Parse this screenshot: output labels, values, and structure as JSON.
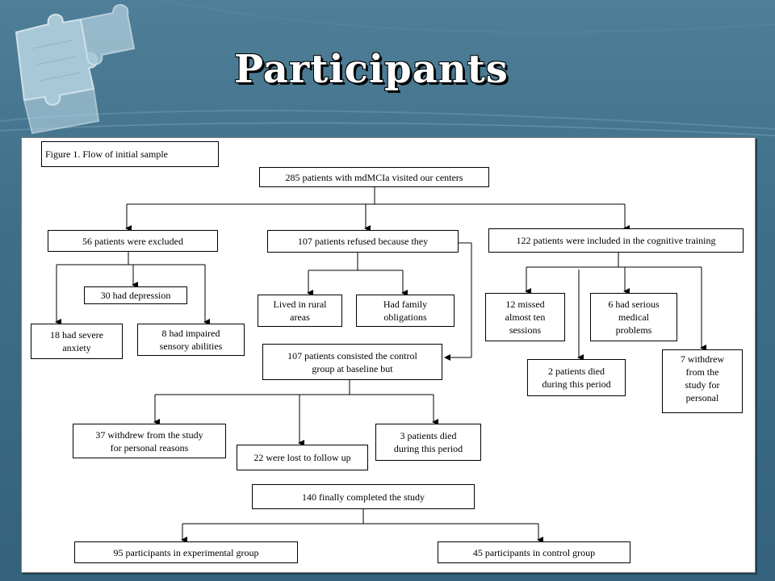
{
  "slide": {
    "title": "Participants"
  },
  "figure": {
    "caption": "Figure 1. Flow of initial sample",
    "boxes": {
      "visited": "285 patients with mdMCIa visited our centers",
      "excluded": "56 patients were excluded",
      "refused": "107 patients refused because they",
      "included": "122 patients were included in the cognitive training",
      "depression": "30 had depression",
      "anxiety": "18 had severe\nanxiety",
      "sensory": "8 had impaired\nsensory abilities",
      "rural": "Lived in rural\nareas",
      "family": "Had family\nobligations",
      "control": "107 patients consisted the control\ngroup at baseline but",
      "missed": "12 missed\nalmost ten\nsessions",
      "medical": "6 had serious\nmedical\nproblems",
      "died_training": "2 patients died\nduring this period",
      "withdrew_training": "7 withdrew\nfrom the\nstudy for\npersonal",
      "withdrew_control": "37 withdrew from the study\nfor personal reasons",
      "lost": "22 were lost to follow up",
      "died_control": "3 patients died\nduring this period",
      "completed": "140 finally completed the study",
      "experimental_group": "95 participants in experimental group",
      "control_group": "45 participants in control group"
    }
  }
}
